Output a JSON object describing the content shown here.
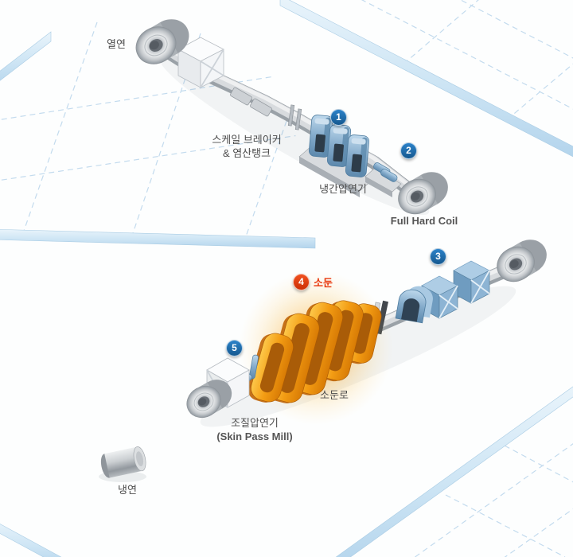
{
  "diagram": {
    "labels": {
      "hot_coil": "열연",
      "scale_breaker_line1": "스케일 브레이커",
      "scale_breaker_line2": "& 염산탱크",
      "cold_mill": "냉간압연기",
      "full_hard_coil": "Full Hard Coil",
      "annealing": "소둔",
      "annealing_furnace": "소둔로",
      "skin_pass_line1": "조질압연기",
      "skin_pass_line2": "(Skin Pass Mill)",
      "cold_coil": "냉연"
    },
    "badges": [
      {
        "number": "1",
        "color": "blue"
      },
      {
        "number": "2",
        "color": "blue"
      },
      {
        "number": "3",
        "color": "blue"
      },
      {
        "number": "4",
        "color": "red"
      },
      {
        "number": "5",
        "color": "blue"
      }
    ],
    "colors": {
      "badge_blue": "#1c6fb8",
      "badge_red": "#e8380c",
      "label_text": "#4d4d4d",
      "machine_blue": "#84abcb",
      "furnace_orange": "#f39c13",
      "platform_edge": "#cfe6f5"
    }
  }
}
